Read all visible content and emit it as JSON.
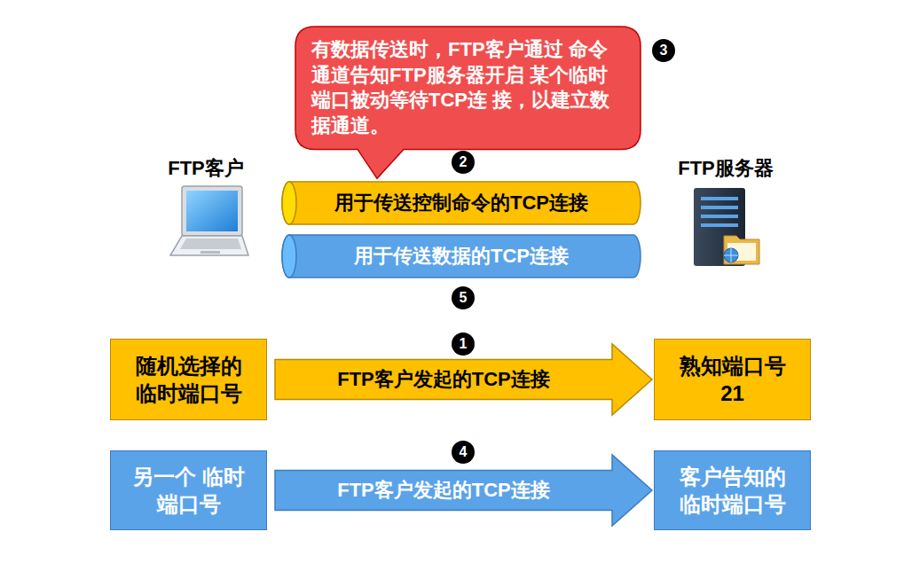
{
  "diagram": {
    "nodes": [
      {
        "text": [
          "有数据传送时，FTP客户通过 命令通道告知FTP服务器开启 某个临时端口被动等待TCP连 接，以建立数据通道。"
        ]
      },
      {
        "text": [
          "用于传送控制命令的TCP连接"
        ]
      },
      {
        "text": [
          "用于传送数据的TCP连接"
        ]
      },
      {
        "text": [
          "随机选择的 临时端口号"
        ]
      },
      {
        "text": [
          "熟知端口号 21"
        ]
      },
      {
        "text": [
          "另一个 临时端口号"
        ]
      },
      {
        "text": [
          "客户告知的 临时端口号"
        ]
      }
    ],
    "edges": [
      {
        "from": 3,
        "to": 4,
        "arrow": "to",
        "label": "FTP客户发起的TCP连接"
      },
      {
        "from": 5,
        "to": 6,
        "arrow": "to",
        "label": "FTP客户发起的TCP连接"
      }
    ],
    "labels": [
      "3",
      "2",
      "FTP客户",
      "FTP服务器",
      "5",
      "1",
      "4"
    ]
  }
}
